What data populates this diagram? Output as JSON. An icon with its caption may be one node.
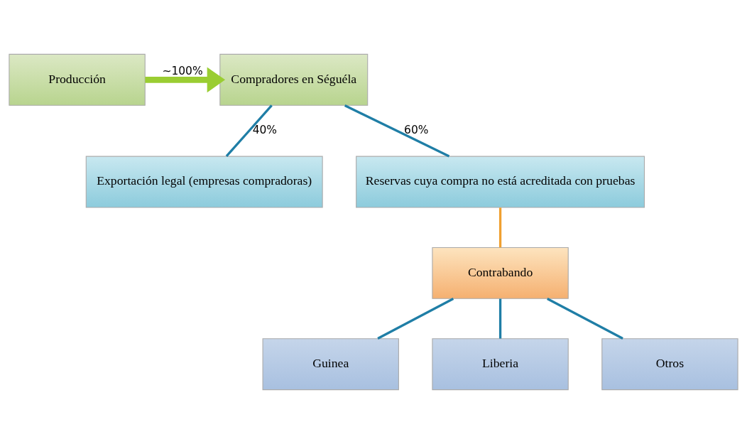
{
  "diagram": {
    "nodes": [
      {
        "text": [
          "Producción"
        ]
      },
      {
        "text": [
          "Compradores en Séguéla"
        ]
      },
      {
        "text": [
          "Exportación legal (empresas compradoras)"
        ]
      },
      {
        "text": [
          "Reservas cuya compra no está acreditada con pruebas"
        ]
      },
      {
        "text": [
          "Contrabando"
        ]
      },
      {
        "text": [
          "Guinea"
        ]
      },
      {
        "text": [
          "Liberia"
        ]
      },
      {
        "text": [
          "Otros"
        ]
      }
    ],
    "edges": [
      {
        "from": 0,
        "to": 1,
        "arrow": "to",
        "label": "~100%",
        "style": "thick",
        "color": "#9acd32"
      },
      {
        "from": 1,
        "to": 2,
        "arrow": "none",
        "label": "40%"
      },
      {
        "from": 1,
        "to": 3,
        "arrow": "none",
        "label": "60%"
      },
      {
        "from": 3,
        "to": 4,
        "arrow": "none",
        "color": "#f0a030"
      },
      {
        "from": 4,
        "to": 5,
        "arrow": "none"
      },
      {
        "from": 4,
        "to": 6,
        "arrow": "none"
      },
      {
        "from": 4,
        "to": 7,
        "arrow": "none"
      }
    ]
  }
}
